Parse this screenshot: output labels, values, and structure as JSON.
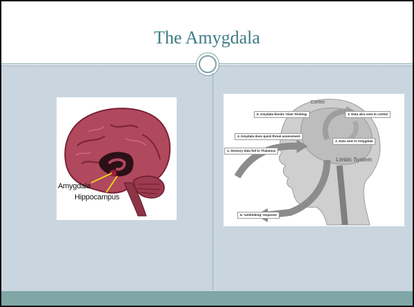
{
  "slide": {
    "title": "The Amygdala",
    "colors": {
      "background": "#c9d6df",
      "header": "#ffffff",
      "title": "#3e7c86",
      "footer_band": "#7ea7a6"
    }
  },
  "left_image": {
    "labels": {
      "amygdala": "Amygdala",
      "hippocampus": "Hippocampus"
    }
  },
  "right_image": {
    "cortex_label": "Cortex",
    "limbic_label": "Limbic System",
    "callouts": {
      "c5": "5. Amydala blocks 'slow' thinking",
      "c3": "3. Data also sent to cortex!",
      "c4": "4. Amydala does quick threat assessment",
      "c2": "2. Data sent to Amygdala",
      "c1": "1. Sensory data fed to Thalamus",
      "c6": "6. 'Unthinking' response"
    }
  }
}
